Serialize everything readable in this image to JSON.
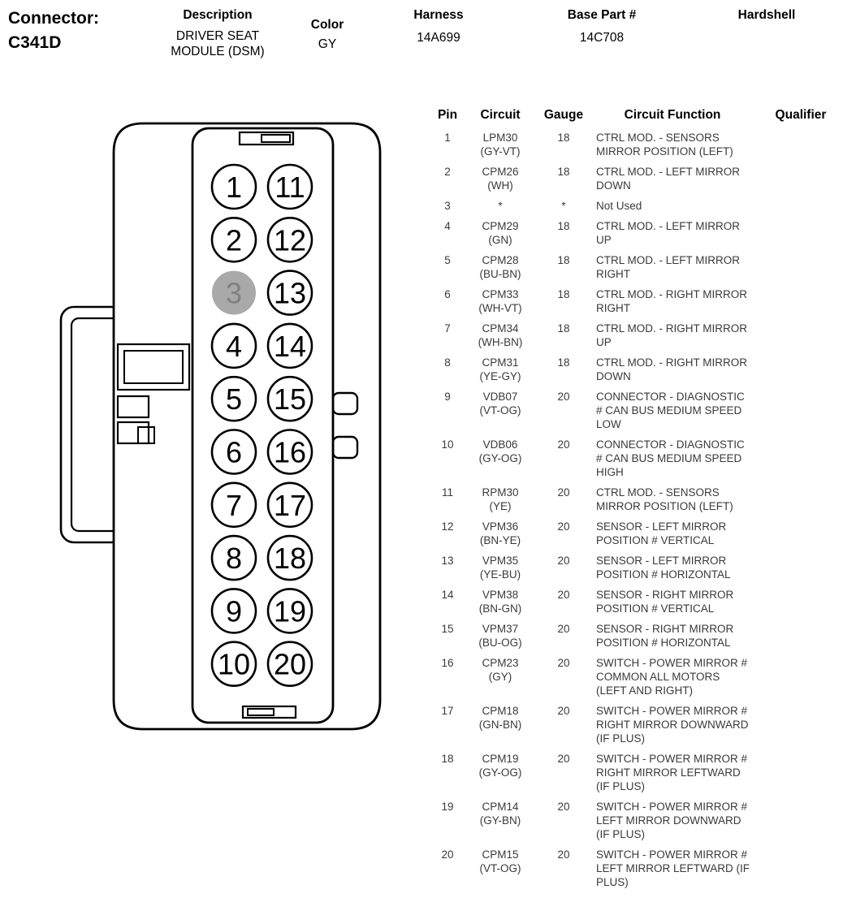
{
  "header": {
    "connector_label": "Connector:",
    "connector_id": "C341D",
    "description_label": "Description",
    "description_value": "DRIVER SEAT MODULE (DSM)",
    "color_label": "Color",
    "color_value": "GY",
    "harness_label": "Harness",
    "harness_value": "14A699",
    "base_part_label": "Base Part #",
    "base_part_value": "14C708",
    "hardshell_label": "Hardshell",
    "hardshell_value": ""
  },
  "connector": {
    "pins_left": [
      1,
      2,
      3,
      4,
      5,
      6,
      7,
      8,
      9,
      10
    ],
    "pins_right": [
      11,
      12,
      13,
      14,
      15,
      16,
      17,
      18,
      19,
      20
    ],
    "shaded_pin": 3,
    "shade_color": "#a9a9a9",
    "shade_number_color": "#818181",
    "outline_color": "#000000"
  },
  "table": {
    "headers": [
      "Pin",
      "Circuit",
      "Gauge",
      "Circuit Function",
      "Qualifier"
    ],
    "rows": [
      {
        "pin": "1",
        "circuit": "LPM30",
        "color": "(GY-VT)",
        "gauge": "18",
        "function": "CTRL MOD. - SENSORS MIRROR POSITION (LEFT)",
        "qualifier": ""
      },
      {
        "pin": "2",
        "circuit": "CPM26",
        "color": "(WH)",
        "gauge": "18",
        "function": "CTRL MOD. - LEFT MIRROR DOWN",
        "qualifier": ""
      },
      {
        "pin": "3",
        "circuit": "*",
        "color": "",
        "gauge": "*",
        "function": "Not Used",
        "qualifier": ""
      },
      {
        "pin": "4",
        "circuit": "CPM29",
        "color": "(GN)",
        "gauge": "18",
        "function": "CTRL MOD. - LEFT MIRROR UP",
        "qualifier": ""
      },
      {
        "pin": "5",
        "circuit": "CPM28",
        "color": "(BU-BN)",
        "gauge": "18",
        "function": "CTRL MOD. - LEFT MIRROR RIGHT",
        "qualifier": ""
      },
      {
        "pin": "6",
        "circuit": "CPM33",
        "color": "(WH-VT)",
        "gauge": "18",
        "function": "CTRL MOD. - RIGHT MIRROR RIGHT",
        "qualifier": ""
      },
      {
        "pin": "7",
        "circuit": "CPM34",
        "color": "(WH-BN)",
        "gauge": "18",
        "function": "CTRL MOD. - RIGHT MIRROR UP",
        "qualifier": ""
      },
      {
        "pin": "8",
        "circuit": "CPM31",
        "color": "(YE-GY)",
        "gauge": "18",
        "function": "CTRL MOD. - RIGHT MIRROR DOWN",
        "qualifier": ""
      },
      {
        "pin": "9",
        "circuit": "VDB07",
        "color": "(VT-OG)",
        "gauge": "20",
        "function": "CONNECTOR - DIAGNOSTIC # CAN BUS MEDIUM SPEED LOW",
        "qualifier": ""
      },
      {
        "pin": "10",
        "circuit": "VDB06",
        "color": "(GY-OG)",
        "gauge": "20",
        "function": "CONNECTOR - DIAGNOSTIC # CAN BUS MEDIUM SPEED HIGH",
        "qualifier": ""
      },
      {
        "pin": "11",
        "circuit": "RPM30",
        "color": "(YE)",
        "gauge": "20",
        "function": "CTRL MOD. - SENSORS MIRROR POSITION (LEFT)",
        "qualifier": ""
      },
      {
        "pin": "12",
        "circuit": "VPM36",
        "color": "(BN-YE)",
        "gauge": "20",
        "function": "SENSOR - LEFT MIRROR POSITION # VERTICAL",
        "qualifier": ""
      },
      {
        "pin": "13",
        "circuit": "VPM35",
        "color": "(YE-BU)",
        "gauge": "20",
        "function": "SENSOR - LEFT MIRROR POSITION # HORIZONTAL",
        "qualifier": ""
      },
      {
        "pin": "14",
        "circuit": "VPM38",
        "color": "(BN-GN)",
        "gauge": "20",
        "function": "SENSOR - RIGHT MIRROR POSITION # VERTICAL",
        "qualifier": ""
      },
      {
        "pin": "15",
        "circuit": "VPM37",
        "color": "(BU-OG)",
        "gauge": "20",
        "function": "SENSOR - RIGHT MIRROR POSITION # HORIZONTAL",
        "qualifier": ""
      },
      {
        "pin": "16",
        "circuit": "CPM23",
        "color": "(GY)",
        "gauge": "20",
        "function": "SWITCH - POWER MIRROR # COMMON ALL MOTORS (LEFT AND RIGHT)",
        "qualifier": ""
      },
      {
        "pin": "17",
        "circuit": "CPM18",
        "color": "(GN-BN)",
        "gauge": "20",
        "function": "SWITCH - POWER MIRROR # RIGHT MIRROR DOWNWARD (IF PLUS)",
        "qualifier": ""
      },
      {
        "pin": "18",
        "circuit": "CPM19",
        "color": "(GY-OG)",
        "gauge": "20",
        "function": "SWITCH - POWER MIRROR # RIGHT MIRROR LEFTWARD (IF PLUS)",
        "qualifier": ""
      },
      {
        "pin": "19",
        "circuit": "CPM14",
        "color": "(GY-BN)",
        "gauge": "20",
        "function": "SWITCH - POWER MIRROR # LEFT MIRROR DOWNWARD (IF PLUS)",
        "qualifier": ""
      },
      {
        "pin": "20",
        "circuit": "CPM15",
        "color": "(VT-OG)",
        "gauge": "20",
        "function": "SWITCH - POWER MIRROR # LEFT MIRROR LEFTWARD (IF PLUS)",
        "qualifier": ""
      }
    ]
  }
}
